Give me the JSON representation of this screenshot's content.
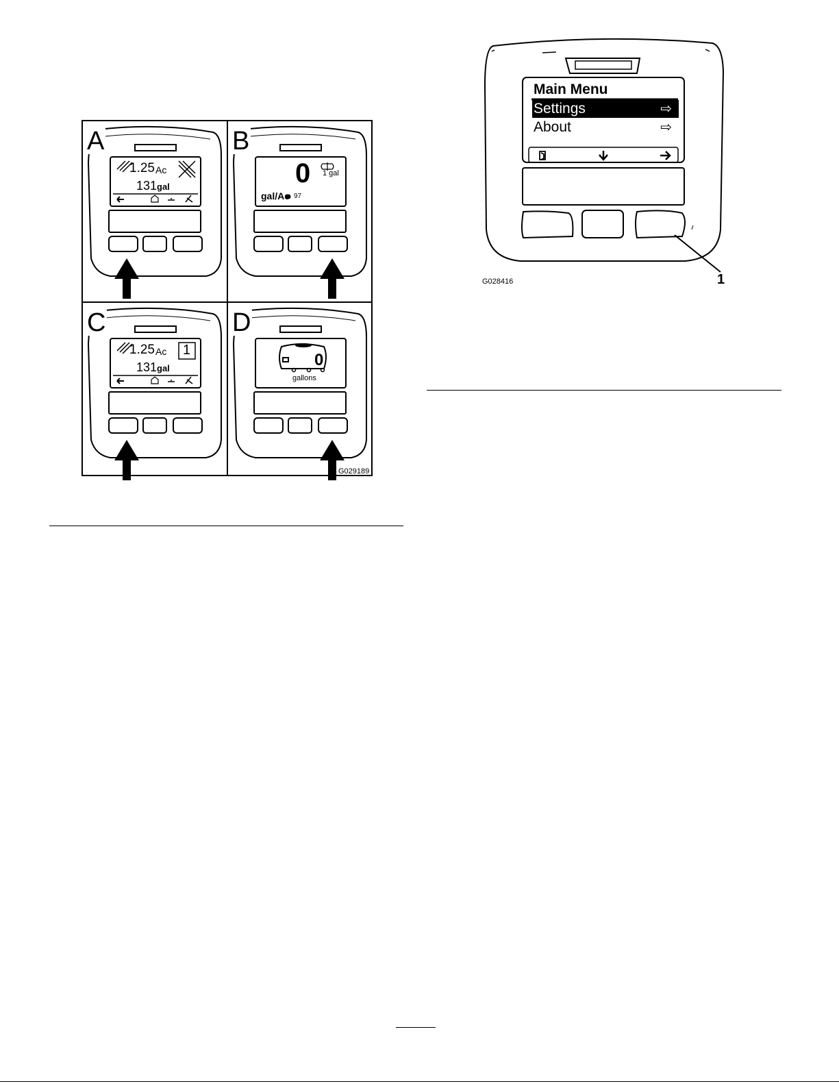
{
  "figure_left": {
    "panels": [
      {
        "letter": "A",
        "area": "1.25",
        "area_unit": "Ac",
        "volume": "131",
        "volume_unit": "gal"
      },
      {
        "letter": "B",
        "rate": "0",
        "rate_unit": "gal/Ac",
        "rate_small": "97",
        "tank": "1 gal"
      },
      {
        "letter": "C",
        "area": "1.25",
        "area_unit": "Ac",
        "volume": "131",
        "volume_unit": "gal",
        "boom_number": "1"
      },
      {
        "letter": "D",
        "tank_value": "0",
        "tank_unit": "gallons"
      }
    ],
    "figure_id": "G029189"
  },
  "figure_right": {
    "title": "Main Menu",
    "items": [
      {
        "label": "Settings",
        "arrow": "⇨",
        "selected": true
      },
      {
        "label": "About",
        "arrow": "⇨",
        "selected": false
      }
    ],
    "callout": "1",
    "figure_id": "G028416"
  }
}
